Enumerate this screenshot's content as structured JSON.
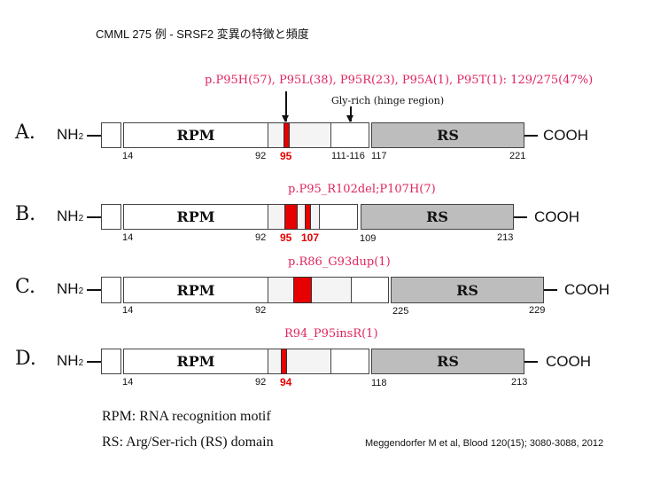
{
  "title": "CMML 275 例 - SRSF2 変異の特徴と頻度",
  "common": {
    "nh2": "NH",
    "nh2_sub": "2",
    "cooh": "COOH",
    "rpm": "RPM",
    "rs": "RS"
  },
  "rows": [
    {
      "label": "A.",
      "annotation": "p.P95H(57), P95L(38), P95R(23), P95A(1), P95T(1): 129/275(47%)",
      "hinge_label": "Gly-rich (hinge region)",
      "numbers": [
        "14",
        "92",
        "95",
        "111-116",
        "117",
        "221"
      ]
    },
    {
      "label": "B.",
      "annotation": "p.P95_R102del;P107H(7)",
      "numbers": [
        "14",
        "92",
        "95",
        "107",
        "109",
        "213"
      ]
    },
    {
      "label": "C.",
      "annotation": "p.R86_G93dup(1)",
      "numbers": [
        "14",
        "92",
        "225",
        "229"
      ]
    },
    {
      "label": "D.",
      "annotation": "R94_P95insR(1)",
      "numbers": [
        "14",
        "92",
        "94",
        "118",
        "213"
      ]
    }
  ],
  "legend": {
    "rpm": "RPM: RNA recognition motif",
    "rs": "RS: Arg/Ser-rich (RS) domain"
  },
  "citation": "Meggendorfer M et al, Blood 120(15); 3080-3088, 2012",
  "colors": {
    "mutation": "#e60000",
    "annotation": "#e0245e",
    "rs_domain": "#bdbdbd"
  }
}
